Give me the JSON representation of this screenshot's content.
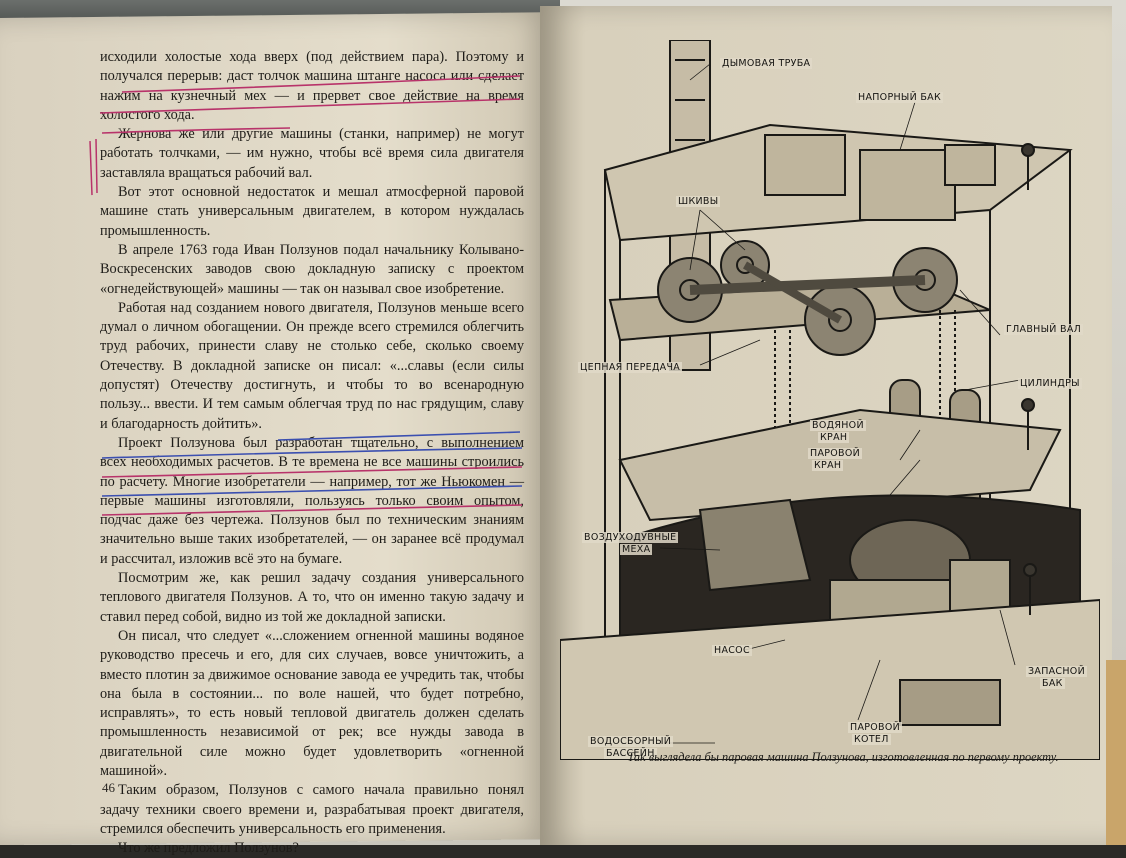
{
  "left_page": {
    "paragraphs": [
      "исходили холостые хода вверх (под действием пара). Поэтому и получался перерыв: даст толчок машина штанге насоса или сделает нажим на кузнечный мех — и прервет свое действие на время холостого хода.",
      "Жернова же или другие машины (станки, например) не могут работать толчками, — им нужно, чтобы всё время сила двигателя заставляла вращаться рабочий вал.",
      "Вот этот основной недостаток и мешал атмосферной паровой машине стать универсальным двигателем, в котором нуждалась промышленность.",
      "В апреле 1763 года Иван Ползунов подал начальнику Колывано-Воскресенских заводов свою докладную записку с проектом «огнедействующей» машины — так он называл свое изобретение.",
      "Работая над созданием нового двигателя, Ползунов меньше всего думал о личном обогащении. Он прежде всего стремился облегчить труд рабочих, принести славу не столько себе, сколько своему Отечеству. В докладной записке он писал: «...славы (если силы допустят) Отечеству достигнуть, и чтобы то во всенародную пользу... ввести. И тем самым облегчая труд по нас грядущим, славу и благодарность дойтить».",
      "Проект Ползунова был разработан тщательно, с выполнением всех необходимых расчетов. В те времена не все машины строились по расчету. Многие изобретатели — например, тот же Ньюкомен — первые машины изготовляли, пользуясь только своим опытом, подчас даже без чертежа. Ползунов был по техническим знаниям значительно выше таких изобретателей, — он заранее всё продумал и рассчитал, изложив всё это на бумаге.",
      "Посмотрим же, как решил задачу создания универсального теплового двигателя Ползунов. А то, что он именно такую задачу и ставил перед собой, видно из той же докладной записки.",
      "Он писал, что следует «...сложением огненной машины водяное руководство пресечь и его, для сих случаев, вовсе уничтожить, а вместо плотин за движимое основание завода ее учредить так, чтобы она была в состоянии... по воле нашей, что будет потребно, исправлять», то есть новый тепловой двигатель должен сделать промышленность независимой от рек; все нужды завода в двигательной силе можно будет удовлетворить «огненной машиной».",
      "Таким образом, Ползунов с самого начала правильно понял задачу техники своего времени и, разрабатывая проект двигателя, стремился обеспечить универсальность его применения.",
      "Что же предложил Ползунов?"
    ],
    "page_number": "46"
  },
  "figure": {
    "labels": {
      "chimney": "ДЫМОВАЯ ТРУБА",
      "tank": "НАПОРНЫЙ БАК",
      "pulleys": "ШКИВЫ",
      "main_shaft": "ГЛАВНЫЙ ВАЛ",
      "chain": "ЦЕПНАЯ ПЕРЕДАЧА",
      "cylinders": "ЦИЛИНДРЫ",
      "water_valve_1": "ВОДЯНОЙ",
      "water_valve_2": "КРАН",
      "steam_valve_1": "ПАРОВОЙ",
      "steam_valve_2": "КРАН",
      "bellows_1": "ВОЗДУХОДУВНЫЕ",
      "bellows_2": "МЕХА",
      "pump": "НАСОС",
      "spare_tank_1": "ЗАПАСНОЙ",
      "spare_tank_2": "БАК",
      "reservoir_1": "ВОДОСБОРНЫЙ",
      "reservoir_2": "БАССЕЙН",
      "boiler_1": "ПАРОВОЙ",
      "boiler_2": "КОТЕЛ"
    },
    "caption": "Так выглядела бы паровая машина Ползунова, изготовленная по первому проекту."
  }
}
